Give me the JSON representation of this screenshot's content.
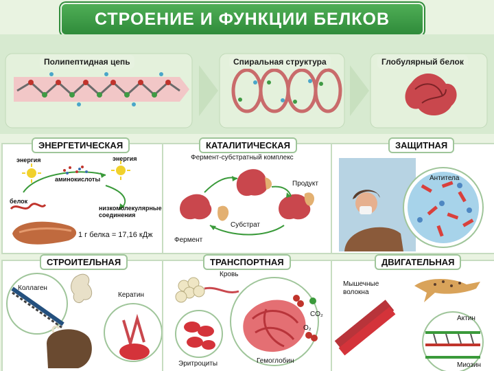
{
  "title": "СТРОЕНИЕ И ФУНКЦИИ БЕЛКОВ",
  "structure": {
    "polypeptide": "Полипептидная цепь",
    "helix": "Спиральная структура",
    "globular": "Глобулярный белок"
  },
  "sections": {
    "energy": {
      "title": "ЭНЕРГЕТИЧЕСКАЯ",
      "energy1": "энергия",
      "energy2": "энергия",
      "aminoacids": "аминокислоты",
      "protein": "белок",
      "lowmol": "низкомолекулярные соединения",
      "formula": "1 г белка = 17,16 кДж"
    },
    "catalytic": {
      "title": "КАТАЛИТИЧЕСКАЯ",
      "complex": "Фермент-субстратный комплекс",
      "product": "Продукт",
      "substrate": "Субстрат",
      "enzyme": "Фермент"
    },
    "protective": {
      "title": "ЗАЩИТНАЯ",
      "antibodies": "Антитела"
    },
    "building": {
      "title": "СТРОИТЕЛЬНАЯ",
      "collagen": "Коллаген",
      "keratin": "Кератин"
    },
    "transport": {
      "title": "ТРАНСПОРТНАЯ",
      "blood": "Кровь",
      "co2": "CO₂",
      "o2": "O₂",
      "erythrocytes": "Эритроциты",
      "hemoglobin": "Гемоглобин"
    },
    "motor": {
      "title": "ДВИГАТЕЛЬНАЯ",
      "fibers": "Мышечные волокна",
      "actin": "Актин",
      "myosin": "Миозин"
    }
  }
}
